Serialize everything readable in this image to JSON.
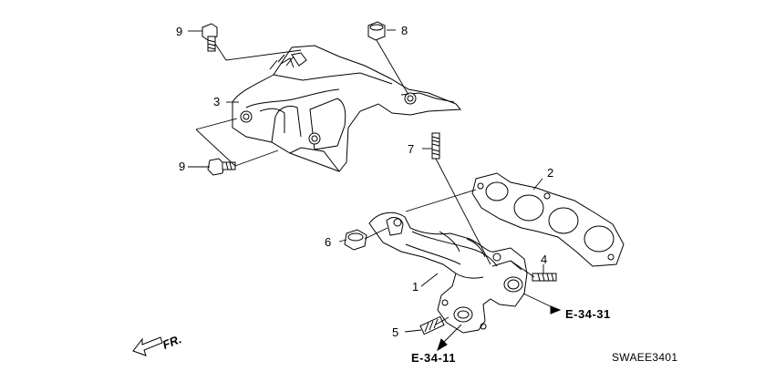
{
  "callouts": [
    {
      "id": "1",
      "text": "1"
    },
    {
      "id": "2",
      "text": "2"
    },
    {
      "id": "3",
      "text": "3"
    },
    {
      "id": "4",
      "text": "4"
    },
    {
      "id": "5",
      "text": "5"
    },
    {
      "id": "6",
      "text": "6"
    },
    {
      "id": "7",
      "text": "7"
    },
    {
      "id": "8",
      "text": "8"
    },
    {
      "id": "9a",
      "text": "9"
    },
    {
      "id": "9b",
      "text": "9"
    }
  ],
  "references": {
    "ref_e3431": "E-34-31",
    "ref_e3411": "E-34-11"
  },
  "direction_label": "FR.",
  "diagram_code": "SWAEE3401",
  "colors": {
    "line": "#000000",
    "fill": "#ffffff",
    "shade": "#d8d8d8"
  }
}
